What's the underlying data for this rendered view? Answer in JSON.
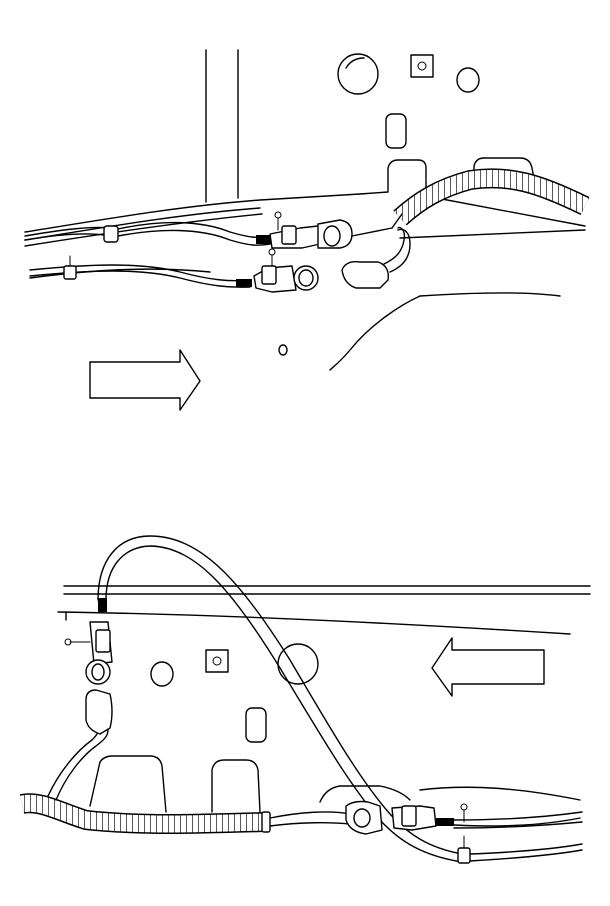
{
  "figure": {
    "panels": [
      {
        "id": "top",
        "arrow_direction": "right"
      },
      {
        "id": "bottom",
        "arrow_direction": "left"
      }
    ],
    "colors": {
      "line": "#000000",
      "background": "#ffffff"
    }
  }
}
